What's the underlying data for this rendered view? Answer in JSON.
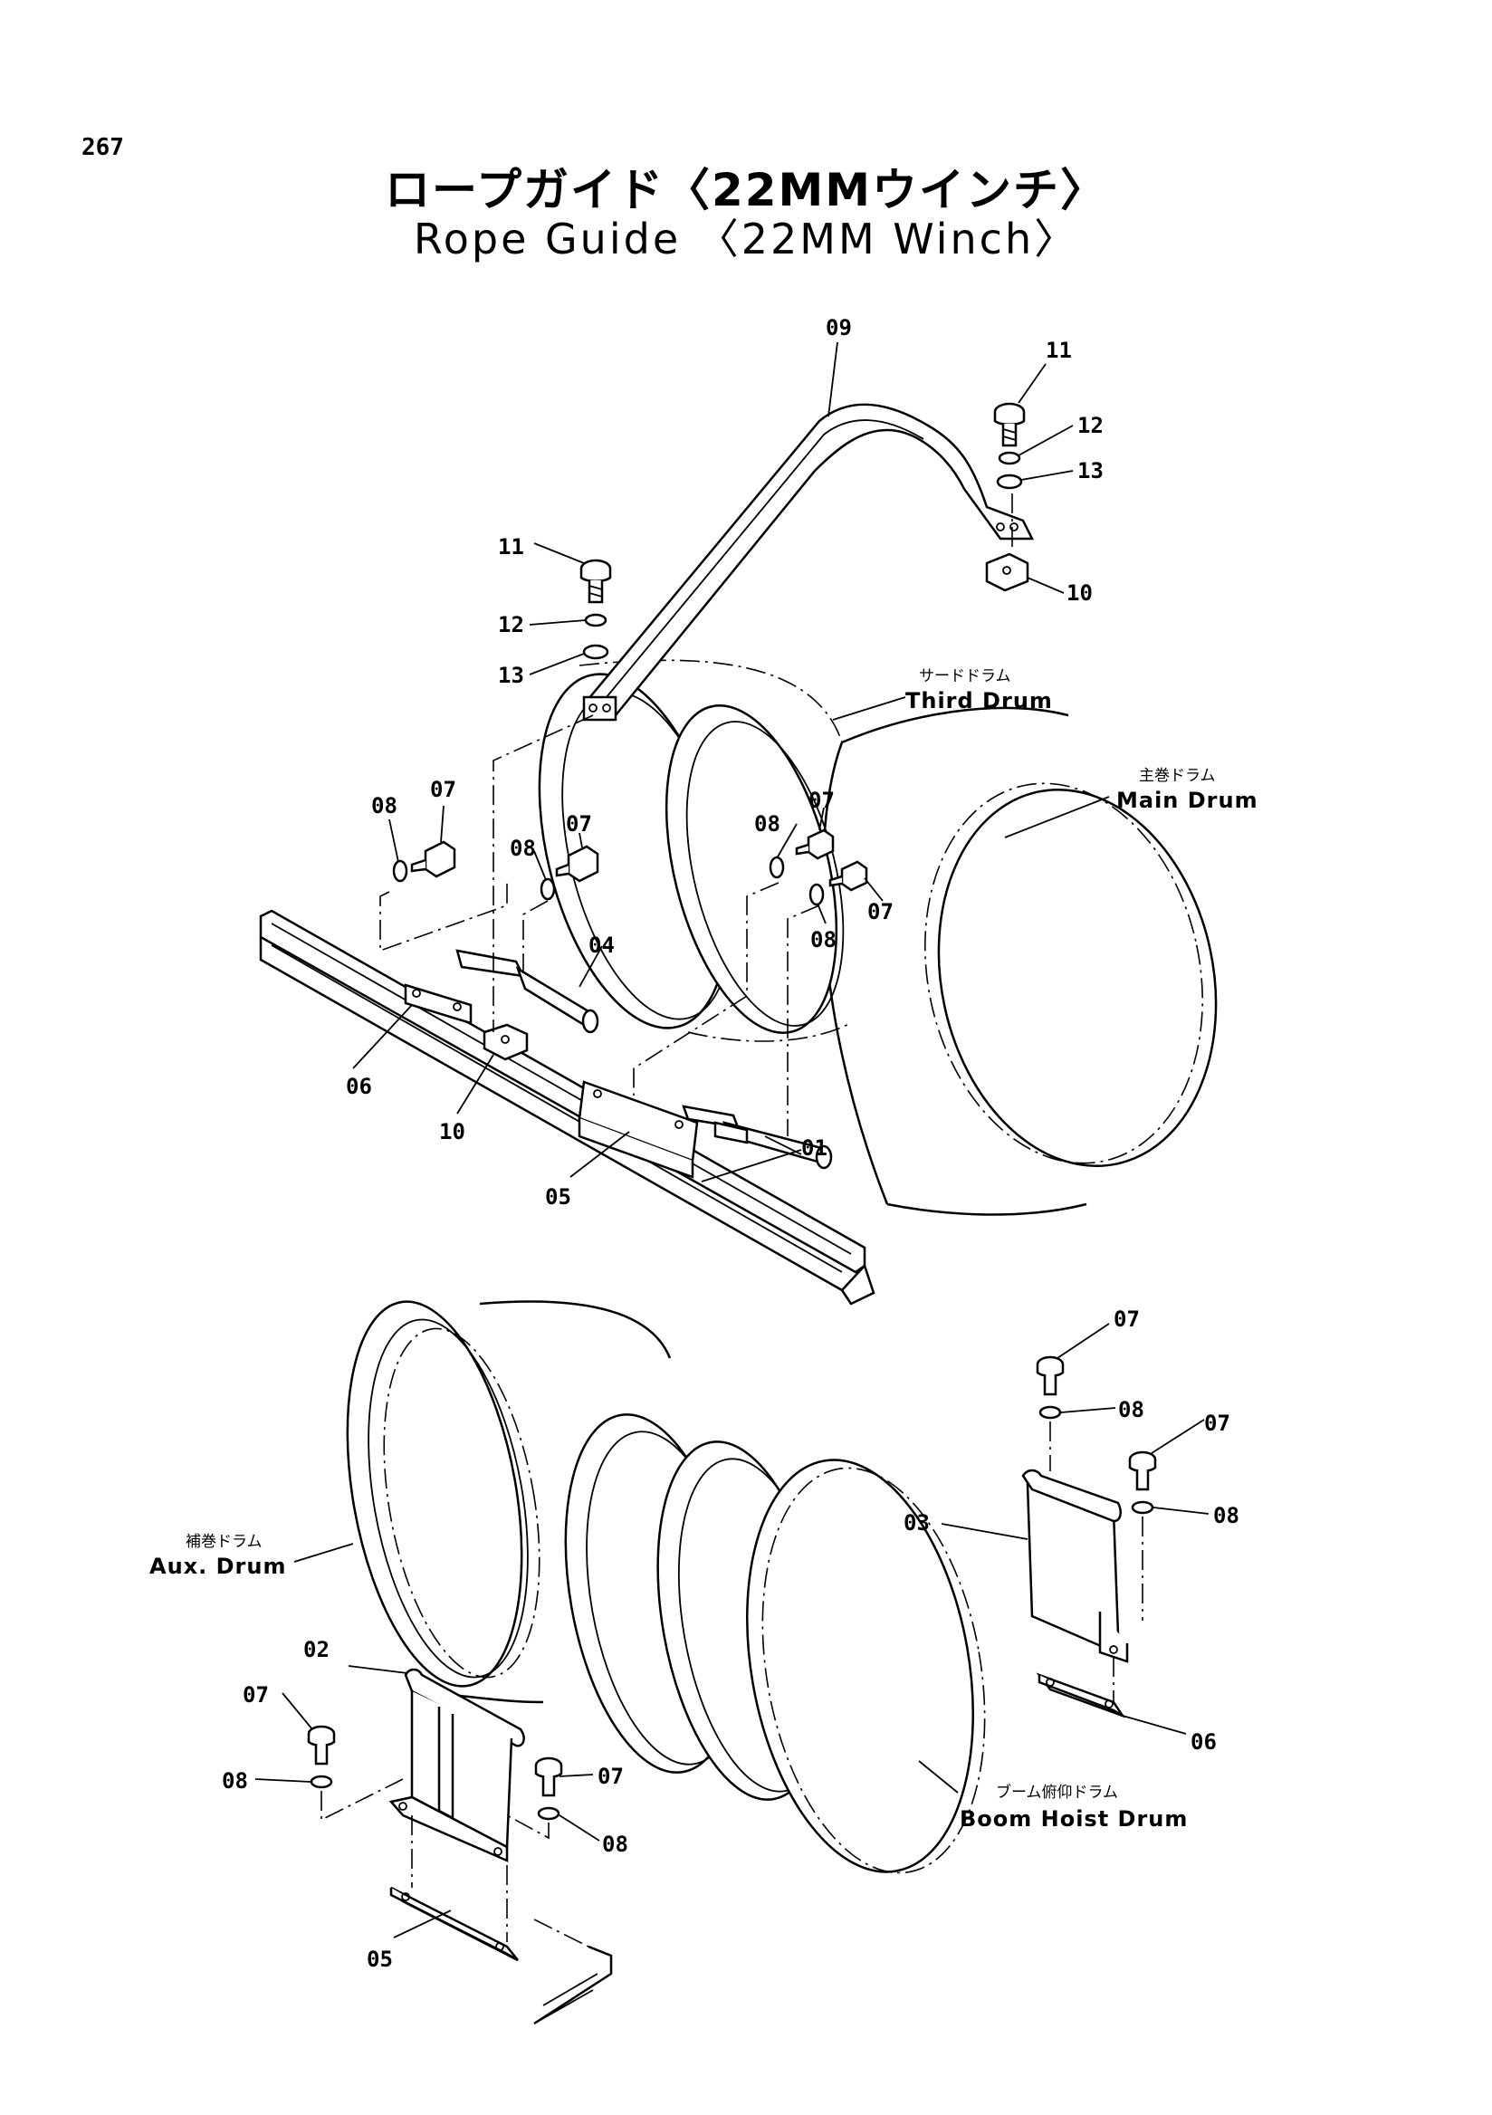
{
  "page_number": "267",
  "title_jp": "ロープガイド〈22MMウインチ〉",
  "title_en": "Rope Guide 〈22MM Winch〉",
  "drum_labels": {
    "third_jp": "サードドラム",
    "third_en": "Third Drum",
    "main_jp": "主巻ドラム",
    "main_en": "Main Drum",
    "aux_jp": "補巻ドラム",
    "aux_en": "Aux. Drum",
    "boom_jp": "ブーム俯仰ドラム",
    "boom_en": "Boom Hoist Drum"
  },
  "callouts": {
    "c09": "09",
    "c11a": "11",
    "c12a": "12",
    "c13a": "13",
    "c10a": "10",
    "c11b": "11",
    "c12b": "12",
    "c13b": "13",
    "c07a": "07",
    "c08a": "08",
    "c07b": "07",
    "c08b": "08",
    "c08c": "08",
    "c07c": "07",
    "c07d": "07",
    "c08d": "08",
    "c04": "04",
    "c06a": "06",
    "c10b": "10",
    "c01": "01",
    "c05a": "05",
    "c07e": "07",
    "c08e": "08",
    "c07f": "07",
    "c08f": "08",
    "c03": "03",
    "c06b": "06",
    "c02": "02",
    "c07g": "07",
    "c08g": "08",
    "c07h": "07",
    "c08h": "08",
    "c05b": "05"
  }
}
